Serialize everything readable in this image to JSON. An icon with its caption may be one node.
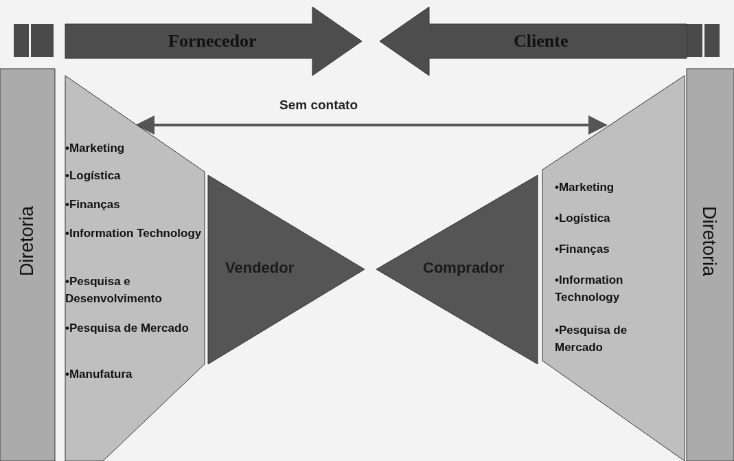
{
  "diagram": {
    "nodes": [
      {
        "text": [
          "Fornecedor"
        ]
      },
      {
        "text": [
          "Cliente"
        ]
      },
      {
        "text": [
          "Diretoria"
        ]
      },
      {
        "text": [
          "•Marketing",
          "•Logística",
          "•Finanças",
          "•Information Technology",
          "•Pesquisa e Desenvolvimento",
          "•Pesquisa de Mercado",
          "•Manufatura"
        ]
      },
      {
        "text": [
          "Vendedor"
        ]
      },
      {
        "text": [
          "Comprador"
        ]
      },
      {
        "text": [
          "•Marketing",
          "•Logística",
          "•Finanças",
          "•Information Technology",
          "•Pesquisa de Mercado"
        ]
      },
      {
        "text": [
          "Diretoria"
        ]
      }
    ],
    "edges": [
      {
        "from": 3,
        "to": 6,
        "arrow": "both",
        "label": "Sem contato"
      }
    ]
  }
}
